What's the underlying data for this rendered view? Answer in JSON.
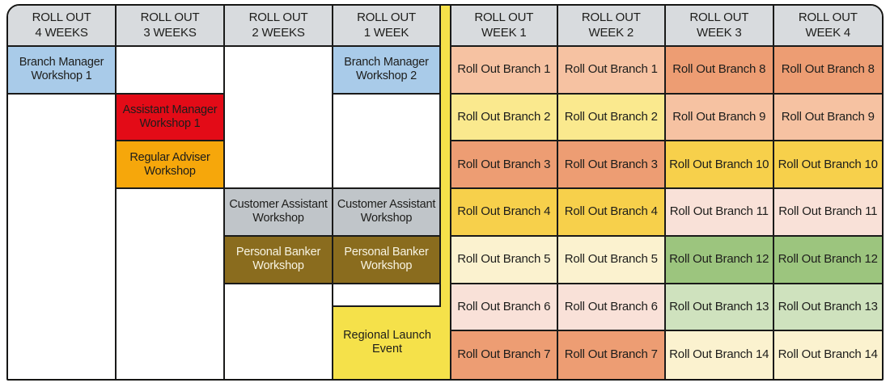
{
  "palette": {
    "border": "#1a1a19",
    "header_gray": "#d8dbde",
    "workshop_blue": "#a9cbe9",
    "workshop_red": "#e30b17",
    "workshop_orange": "#f6a70b",
    "workshop_gray": "#c0c5c9",
    "workshop_brown": "#8a6c1e",
    "launch_yellow": "#f5e14a",
    "branch_peach": "#f6c2a2",
    "branch_light_yellow": "#fae98e",
    "branch_salmon": "#ed9d73",
    "branch_gold": "#f7d04b",
    "branch_cream": "#fbf2cf",
    "branch_pale_pink": "#f9e1d8",
    "branch_green": "#9cc57e",
    "branch_light_green": "#cfe2be"
  },
  "pre_launch": {
    "headers": [
      {
        "line1": "ROLL OUT",
        "line2": "4 WEEKS"
      },
      {
        "line1": "ROLL OUT",
        "line2": "3 WEEKS"
      },
      {
        "line1": "ROLL OUT",
        "line2": "2 WEEKS"
      },
      {
        "line1": "ROLL OUT",
        "line2": "1 WEEK"
      }
    ],
    "blocks": {
      "branch_manager_1": "Branch Manager Workshop 1",
      "assistant_manager_1": "Assistant Manager Workshop 1",
      "regular_adviser": "Regular Adviser Workshop",
      "customer_assistant_wk2": "Customer Assistant Workshop",
      "personal_banker_wk2": "Personal Banker Workshop",
      "branch_manager_2": "Branch Manager Workshop 2",
      "customer_assistant_wk1": "Customer Assistant Workshop",
      "personal_banker_wk1": "Personal Banker Workshop",
      "regional_launch": "Regional Launch Event"
    }
  },
  "rollout": {
    "headers": [
      {
        "line1": "ROLL OUT",
        "line2": "WEEK 1"
      },
      {
        "line1": "ROLL OUT",
        "line2": "WEEK 2"
      },
      {
        "line1": "ROLL OUT",
        "line2": "WEEK 3"
      },
      {
        "line1": "ROLL OUT",
        "line2": "WEEK 4"
      }
    ],
    "rows": [
      {
        "cells": [
          {
            "label": "Roll Out Branch 1",
            "color": "branch_peach"
          },
          {
            "label": "Roll Out Branch 1",
            "color": "branch_peach"
          },
          {
            "label": "Roll Out Branch 8",
            "color": "branch_salmon"
          },
          {
            "label": "Roll Out Branch 8",
            "color": "branch_salmon"
          }
        ]
      },
      {
        "cells": [
          {
            "label": "Roll Out Branch 2",
            "color": "branch_light_yellow"
          },
          {
            "label": "Roll Out Branch 2",
            "color": "branch_light_yellow"
          },
          {
            "label": "Roll Out Branch 9",
            "color": "branch_peach"
          },
          {
            "label": "Roll Out Branch 9",
            "color": "branch_peach"
          }
        ]
      },
      {
        "cells": [
          {
            "label": "Roll Out Branch 3",
            "color": "branch_salmon"
          },
          {
            "label": "Roll Out Branch 3",
            "color": "branch_salmon"
          },
          {
            "label": "Roll Out Branch 10",
            "color": "branch_gold"
          },
          {
            "label": "Roll Out Branch 10",
            "color": "branch_gold"
          }
        ]
      },
      {
        "cells": [
          {
            "label": "Roll Out Branch 4",
            "color": "branch_gold"
          },
          {
            "label": "Roll Out Branch 4",
            "color": "branch_gold"
          },
          {
            "label": "Roll Out Branch 11",
            "color": "branch_pale_pink"
          },
          {
            "label": "Roll Out Branch 11",
            "color": "branch_pale_pink"
          }
        ]
      },
      {
        "cells": [
          {
            "label": "Roll Out Branch 5",
            "color": "branch_cream"
          },
          {
            "label": "Roll Out Branch 5",
            "color": "branch_cream"
          },
          {
            "label": "Roll Out Branch 12",
            "color": "branch_green"
          },
          {
            "label": "Roll Out Branch 12",
            "color": "branch_green"
          }
        ]
      },
      {
        "cells": [
          {
            "label": "Roll Out Branch 6",
            "color": "branch_pale_pink"
          },
          {
            "label": "Roll Out Branch 6",
            "color": "branch_pale_pink"
          },
          {
            "label": "Roll Out Branch 13",
            "color": "branch_light_green"
          },
          {
            "label": "Roll Out Branch 13",
            "color": "branch_light_green"
          }
        ]
      },
      {
        "cells": [
          {
            "label": "Roll Out Branch 7",
            "color": "branch_salmon"
          },
          {
            "label": "Roll Out Branch 7",
            "color": "branch_salmon"
          },
          {
            "label": "Roll Out Branch 14",
            "color": "branch_cream"
          },
          {
            "label": "Roll Out Branch 14",
            "color": "branch_cream"
          }
        ]
      }
    ]
  }
}
